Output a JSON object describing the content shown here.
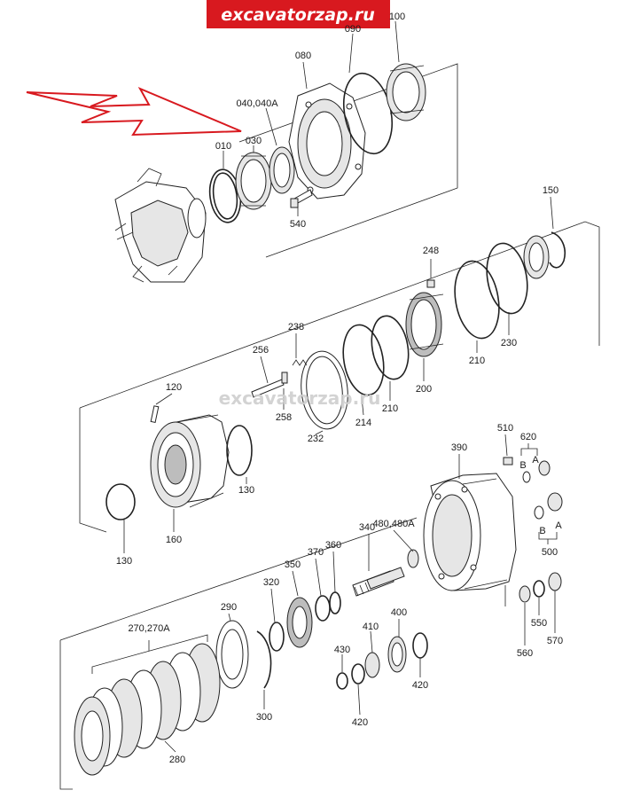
{
  "watermark": {
    "top": "excavatorzap.ru",
    "middle": "excavatorzap.ru",
    "color": "#d8191f"
  },
  "labels": {
    "p010": "010",
    "p030": "030",
    "p040": "040,040A",
    "p080": "080",
    "p090": "090",
    "p100": "100",
    "p540": "540",
    "p150": "150",
    "p248": "248",
    "p238": "238",
    "p256": "256",
    "p258": "258",
    "p232": "232",
    "p214": "214",
    "p210a": "210",
    "p200": "200",
    "p210b": "210",
    "p230": "230",
    "p120": "120",
    "p130a": "130",
    "p130b": "130",
    "p160": "160",
    "p390": "390",
    "p510": "510",
    "p620": "620",
    "pB1": "B",
    "pA1": "A",
    "pA2": "A",
    "pB2": "B",
    "p500": "500",
    "p480": "480,480A",
    "p340": "340",
    "p360": "360",
    "p370": "370",
    "p350": "350",
    "p320": "320",
    "p290": "290",
    "p270": "270,270A",
    "p300": "300",
    "p400": "400",
    "p410": "410",
    "p430": "430",
    "p420a": "420",
    "p420b": "420",
    "p280": "280",
    "p560": "560",
    "p550": "550",
    "p570": "570"
  }
}
